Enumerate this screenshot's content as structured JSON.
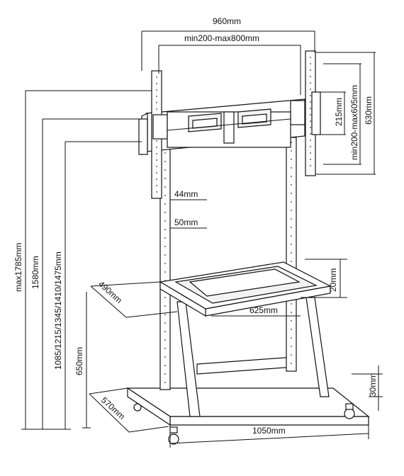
{
  "dimensions": {
    "overall_width": "960mm",
    "vesa_horizontal": "min200-max800mm",
    "vesa_vertical": "min200-max605mm",
    "bracket_height": "630mm",
    "plate_height": "215mm",
    "hole_pitch_1": "44mm",
    "hole_pitch_2": "50mm",
    "max_height": "max1785mm",
    "height_1580": "1580mm",
    "adjust_heights": "1085/1215/1345/1410/1475mm",
    "shelf_height": "650mm",
    "shelf_depth": "490mm",
    "shelf_width": "625mm",
    "shelf_lip": "20mm",
    "base_depth": "570mm",
    "base_width": "1050mm",
    "base_height": "30mm"
  }
}
